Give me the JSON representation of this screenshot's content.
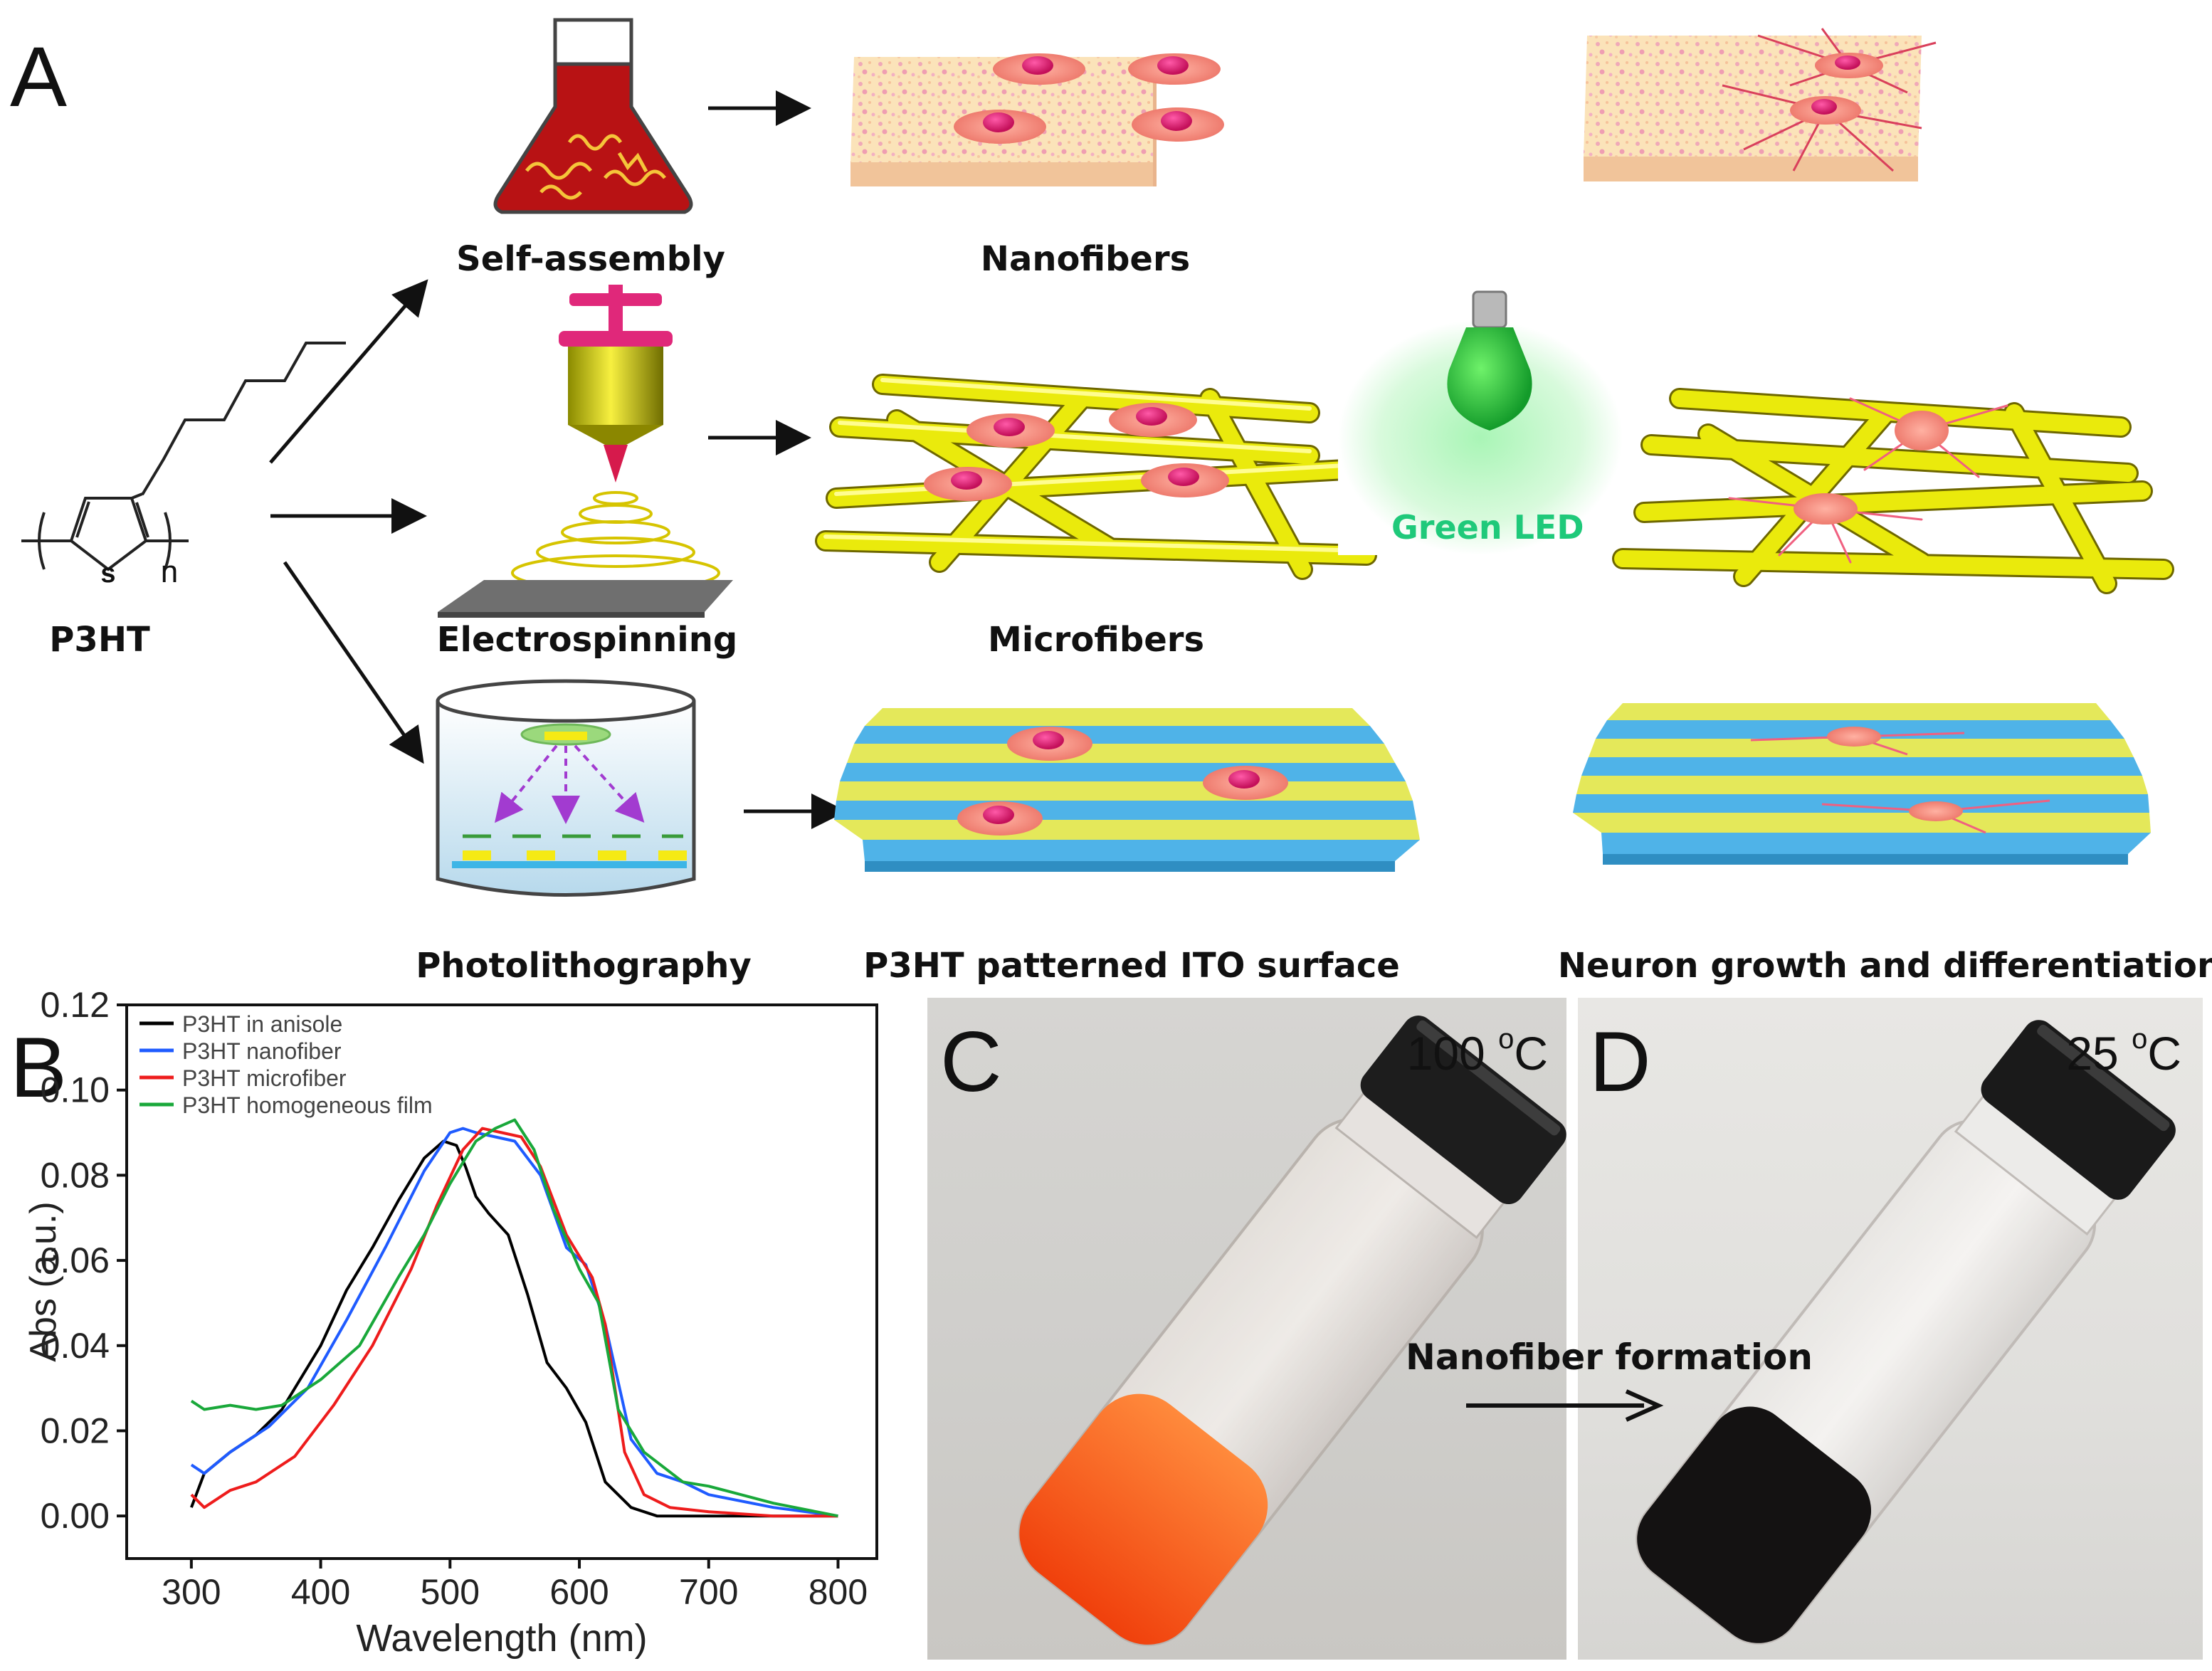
{
  "panels": {
    "a": "A",
    "b": "B",
    "c": "C",
    "d": "D"
  },
  "schematic": {
    "polymer": "P3HT",
    "atom_s": "s",
    "subscript_n": "n",
    "routes": [
      {
        "method": "Self-assembly",
        "product": "Nanofibers"
      },
      {
        "method": "Electrospinning",
        "product": "Microfibers"
      },
      {
        "method": "Photolithography",
        "product": "P3HT patterned ITO surface"
      }
    ],
    "stimulus": "Green LED",
    "outcome": "Neuron growth and differentiation"
  },
  "photos": {
    "c_temp": "100 ",
    "d_temp": "25 ",
    "degree": "o",
    "unit": "C",
    "transition": "Nanofiber formation"
  },
  "chart_data": {
    "type": "line",
    "title": "",
    "xlabel": "Wavelength (nm)",
    "ylabel": "Abs (a.u.)",
    "xlim": [
      250,
      830
    ],
    "ylim": [
      -0.01,
      0.12
    ],
    "xticks": [
      300,
      400,
      500,
      600,
      700,
      800
    ],
    "yticks": [
      "0.00",
      "0.02",
      "0.04",
      "0.06",
      "0.08",
      "0.10",
      "0.12"
    ],
    "legend_position": "top-left",
    "series": [
      {
        "name": "P3HT in anisole",
        "color": "#000000",
        "x": [
          300,
          310,
          330,
          350,
          370,
          400,
          420,
          440,
          460,
          480,
          495,
          505,
          512,
          520,
          530,
          545,
          560,
          575,
          590,
          605,
          620,
          640,
          660,
          700,
          800
        ],
        "y": [
          0.002,
          0.01,
          0.015,
          0.019,
          0.025,
          0.04,
          0.053,
          0.063,
          0.074,
          0.084,
          0.088,
          0.087,
          0.082,
          0.075,
          0.071,
          0.066,
          0.052,
          0.036,
          0.03,
          0.022,
          0.008,
          0.002,
          0.0,
          0.0,
          0.0
        ]
      },
      {
        "name": "P3HT nanofiber",
        "color": "#1f5bff",
        "x": [
          300,
          310,
          330,
          360,
          390,
          420,
          450,
          480,
          500,
          510,
          520,
          535,
          550,
          570,
          590,
          605,
          620,
          640,
          660,
          680,
          700,
          750,
          800
        ],
        "y": [
          0.012,
          0.01,
          0.015,
          0.021,
          0.03,
          0.046,
          0.063,
          0.081,
          0.09,
          0.091,
          0.09,
          0.089,
          0.088,
          0.08,
          0.063,
          0.059,
          0.045,
          0.018,
          0.01,
          0.008,
          0.005,
          0.002,
          0.0
        ]
      },
      {
        "name": "P3HT microfiber",
        "color": "#ee1c1c",
        "x": [
          300,
          310,
          330,
          350,
          380,
          410,
          440,
          470,
          490,
          510,
          525,
          540,
          555,
          570,
          590,
          610,
          620,
          635,
          650,
          670,
          700,
          750,
          800
        ],
        "y": [
          0.005,
          0.002,
          0.006,
          0.008,
          0.014,
          0.026,
          0.04,
          0.058,
          0.073,
          0.086,
          0.091,
          0.09,
          0.089,
          0.082,
          0.066,
          0.056,
          0.045,
          0.015,
          0.005,
          0.002,
          0.001,
          0.0,
          0.0
        ]
      },
      {
        "name": "P3HT homogeneous film",
        "color": "#19a83a",
        "x": [
          300,
          310,
          330,
          350,
          370,
          400,
          430,
          460,
          480,
          500,
          520,
          535,
          550,
          565,
          580,
          600,
          615,
          630,
          650,
          680,
          700,
          750,
          800
        ],
        "y": [
          0.027,
          0.025,
          0.026,
          0.025,
          0.026,
          0.032,
          0.04,
          0.056,
          0.066,
          0.078,
          0.088,
          0.091,
          0.093,
          0.086,
          0.072,
          0.058,
          0.05,
          0.025,
          0.015,
          0.008,
          0.007,
          0.003,
          0.0
        ]
      }
    ]
  }
}
